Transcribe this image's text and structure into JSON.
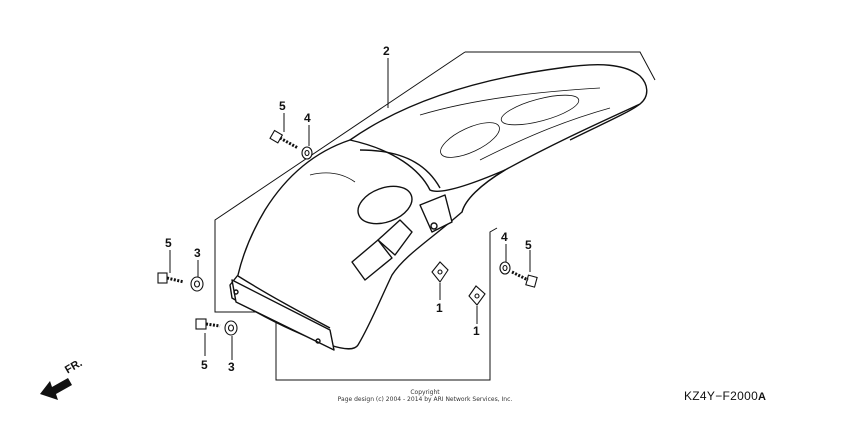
{
  "callouts": {
    "part2": "2",
    "part5_top": "5",
    "part4_top": "4",
    "part5_left": "5",
    "part3_left": "3",
    "part5_bottom": "5",
    "part3_bottom": "3",
    "part4_right": "4",
    "part5_right": "5",
    "part1_a": "1",
    "part1_b": "1"
  },
  "front_label": "FR.",
  "copyright": {
    "line1": "Copyright",
    "line2": "Page design (c) 2004 - 2014 by ARI Network Services, Inc."
  },
  "diagram_code": "KZ4Y−F2000",
  "diagram_code_suffix": "A"
}
